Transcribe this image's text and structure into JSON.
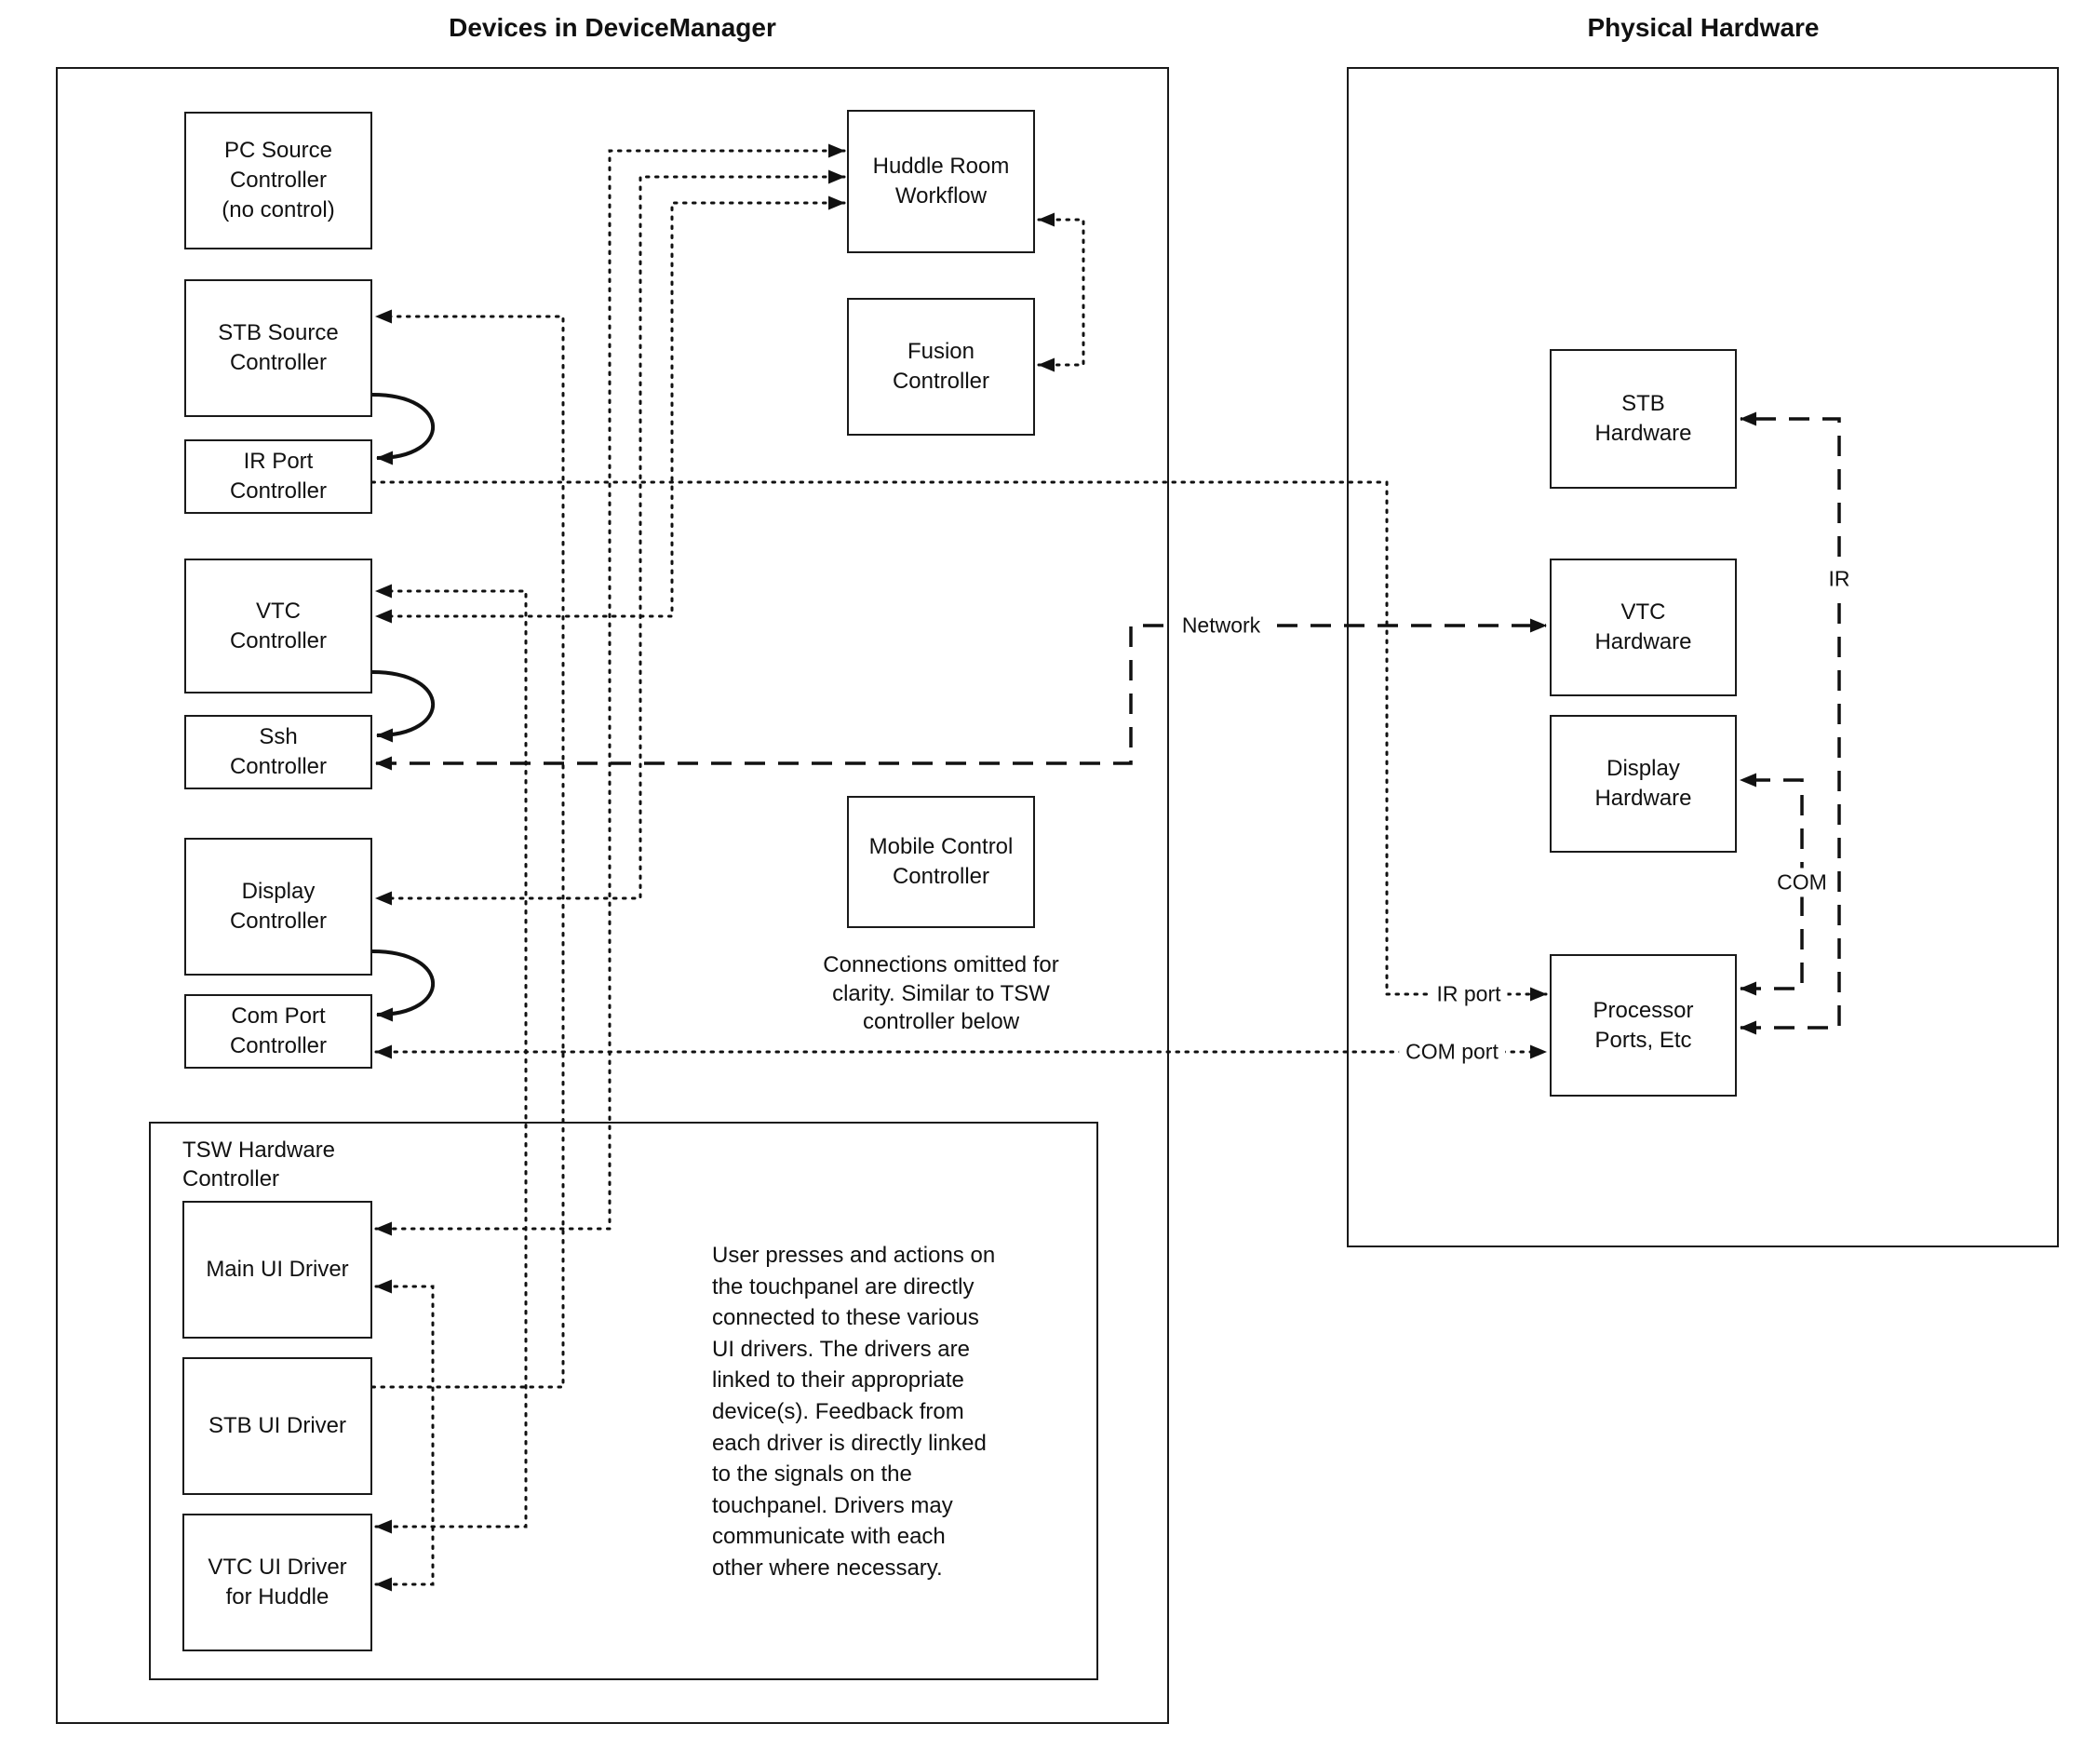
{
  "titles": {
    "device_manager": "Devices in DeviceManager",
    "physical_hardware": "Physical Hardware"
  },
  "device_manager": {
    "pc_source_controller": "PC Source\nController\n(no control)",
    "stb_source_controller": "STB Source\nController",
    "ir_port_controller": "IR Port\nController",
    "vtc_controller": "VTC\nController",
    "ssh_controller": "Ssh\nController",
    "display_controller": "Display\nController",
    "com_port_controller": "Com Port\nController",
    "huddle_room_workflow": "Huddle Room\nWorkflow",
    "fusion_controller": "Fusion\nController",
    "mobile_control_controller": "Mobile Control\nController",
    "mobile_note": "Connections omitted for\nclarity. Similar to TSW\ncontroller below"
  },
  "tsw": {
    "label": "TSW Hardware\nController",
    "main_ui_driver": "Main UI Driver",
    "stb_ui_driver": "STB UI Driver",
    "vtc_ui_driver": "VTC UI Driver\nfor Huddle",
    "note": "User presses and actions on\nthe touchpanel are directly\nconnected to these various\nUI drivers.  The drivers are\nlinked to their appropriate\ndevice(s). Feedback from\neach driver is directly linked\nto the signals on the\ntouchpanel. Drivers may\ncommunicate with each\nother where necessary."
  },
  "physical_hardware": {
    "stb_hardware": "STB\nHardware",
    "vtc_hardware": "VTC\nHardware",
    "display_hardware": "Display\nHardware",
    "processor_ports": "Processor\nPorts, Etc"
  },
  "line_labels": {
    "network": "Network",
    "ir": "IR",
    "com": "COM",
    "ir_port": "IR port",
    "com_port": "COM port"
  }
}
